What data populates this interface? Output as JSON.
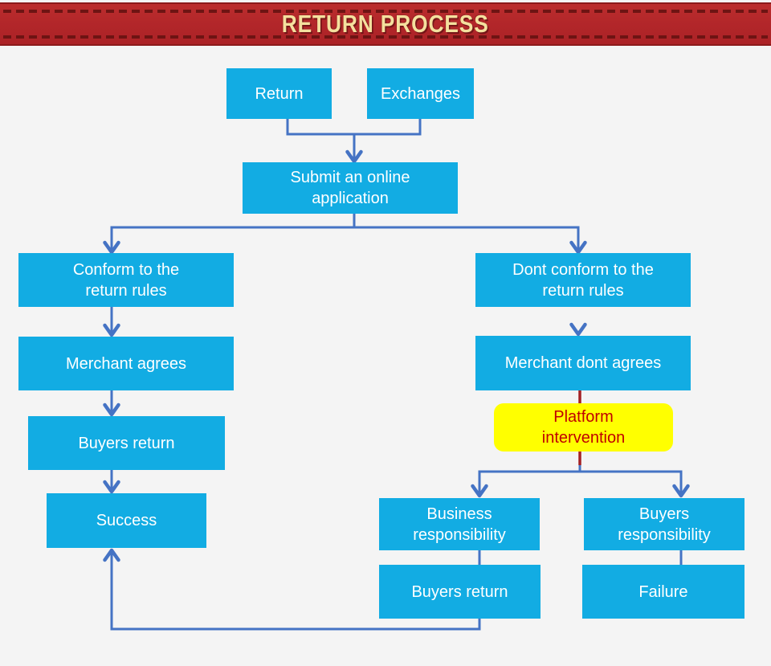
{
  "banner": {
    "title": "RETURN PROCESS",
    "background_color": "#b3272a",
    "dash_color": "#6d1413",
    "title_color": "#f4e09e"
  },
  "colors": {
    "node_fill": "#12ace3",
    "node_text": "#ffffff",
    "connector_blue": "#4573c4",
    "connector_red": "#a32023",
    "platform_fill": "#ffff00",
    "platform_text": "#c00000",
    "page_background": "#f4f4f4"
  },
  "nodes": {
    "return": {
      "label": "Return"
    },
    "exchanges": {
      "label": "Exchanges"
    },
    "submit": {
      "label": "Submit an online application"
    },
    "conform": {
      "label": "Conform to the return rules"
    },
    "dont_conform": {
      "label": "Dont conform to the return rules"
    },
    "merchant_agrees": {
      "label": "Merchant agrees"
    },
    "merchant_dont_agrees": {
      "label": "Merchant dont agrees"
    },
    "platform": {
      "label": "Platform intervention"
    },
    "buyers_return_left": {
      "label": "Buyers return"
    },
    "success": {
      "label": "Success"
    },
    "business_resp": {
      "label": "Business responsibility"
    },
    "buyers_resp": {
      "label": "Buyers responsibility"
    },
    "buyers_return_right": {
      "label": "Buyers return"
    },
    "failure": {
      "label": "Failure"
    }
  }
}
